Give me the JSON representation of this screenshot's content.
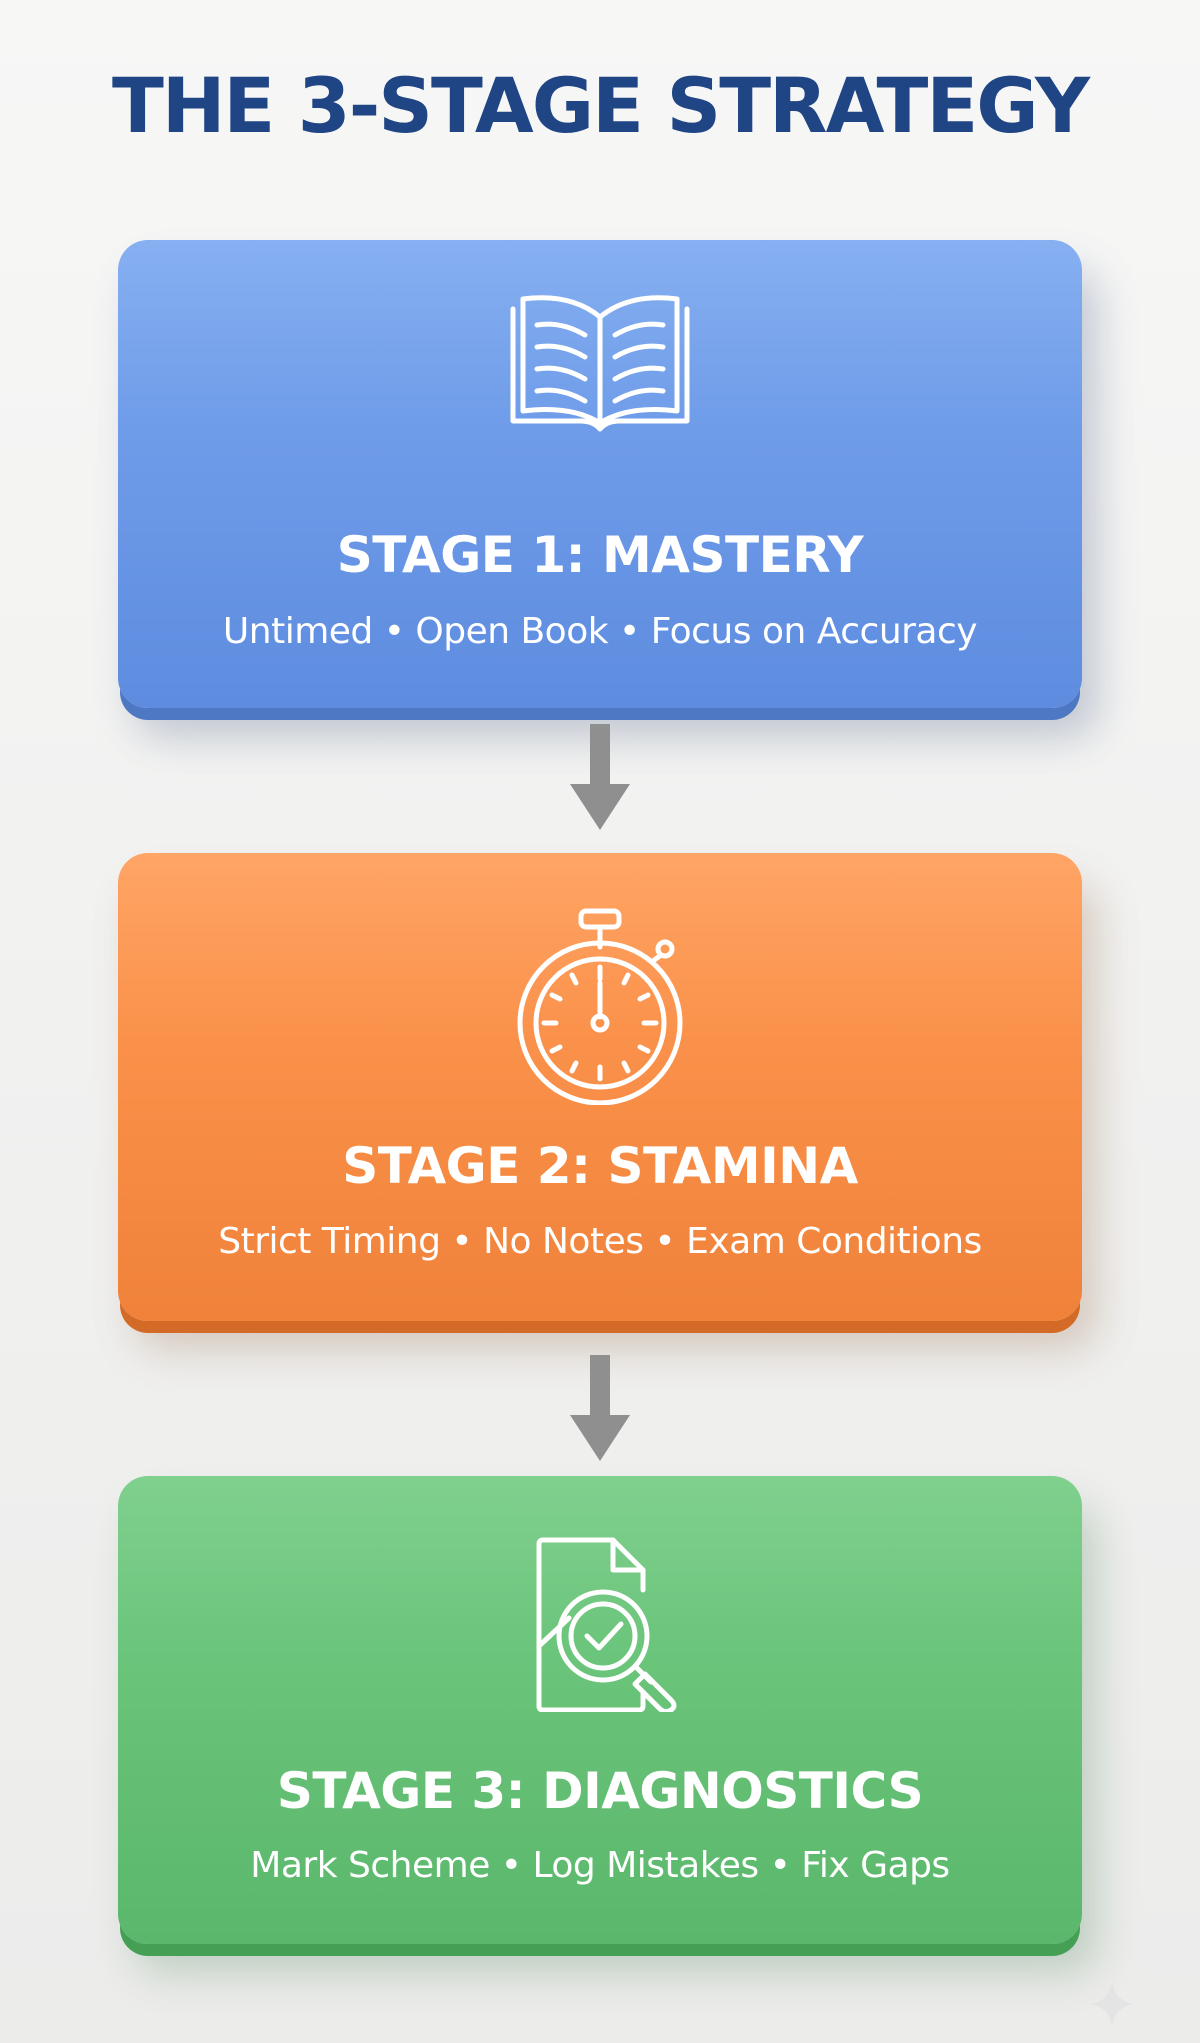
{
  "title": "THE 3-STAGE STRATEGY",
  "colors": {
    "title": "#1f4585",
    "stage1": "#6f9ce9",
    "stage2": "#fa914a",
    "stage3": "#6ac47a",
    "arrow": "#8f8f8f"
  },
  "stages": [
    {
      "icon": "open-book-icon",
      "title": "STAGE 1: MASTERY",
      "subtitle": "Untimed • Open Book • Focus on Accuracy"
    },
    {
      "icon": "stopwatch-icon",
      "title": "STAGE 2: STAMINA",
      "subtitle": "Strict Timing • No Notes • Exam Conditions"
    },
    {
      "icon": "document-magnifier-check-icon",
      "title": "STAGE 3: DIAGNOSTICS",
      "subtitle": "Mark Scheme • Log Mistakes • Fix Gaps"
    }
  ],
  "connectors": [
    {
      "from": "STAGE 1: MASTERY",
      "to": "STAGE 2: STAMINA"
    },
    {
      "from": "STAGE 2: STAMINA",
      "to": "STAGE 3: DIAGNOSTICS"
    }
  ]
}
